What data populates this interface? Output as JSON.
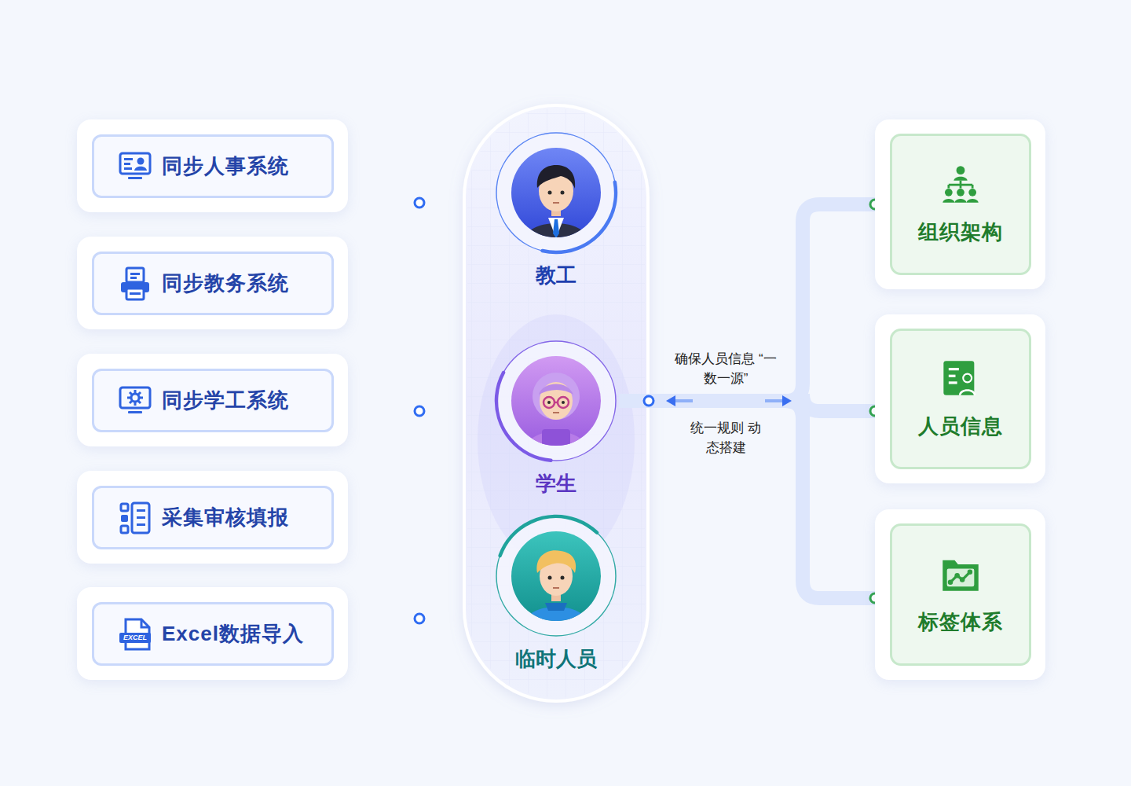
{
  "diagram": {
    "nodes": [
      {
        "text": [
          "同步人事系统"
        ]
      },
      {
        "text": [
          "同步教务系统"
        ]
      },
      {
        "text": [
          "同步学工系统"
        ]
      },
      {
        "text": [
          "采集审核填报"
        ]
      },
      {
        "text": [
          "Excel数据导入"
        ]
      },
      {
        "text": [
          "教工"
        ]
      },
      {
        "text": [
          "学生"
        ]
      },
      {
        "text": [
          "临时人员"
        ]
      },
      {
        "text": [
          "组织架构"
        ]
      },
      {
        "text": [
          "人员信息"
        ]
      },
      {
        "text": [
          "标签体系"
        ]
      }
    ],
    "edges": [
      {
        "from": 6,
        "to": 8,
        "arrow": "both"
      },
      {
        "from": 6,
        "to": 9,
        "label": "确保人员信息 “一数一源”",
        "arrow": "both"
      },
      {
        "from": 6,
        "to": 10,
        "arrow": "both"
      }
    ],
    "labels": [
      "统一规则 动态搭建",
      "EXCEL"
    ]
  }
}
